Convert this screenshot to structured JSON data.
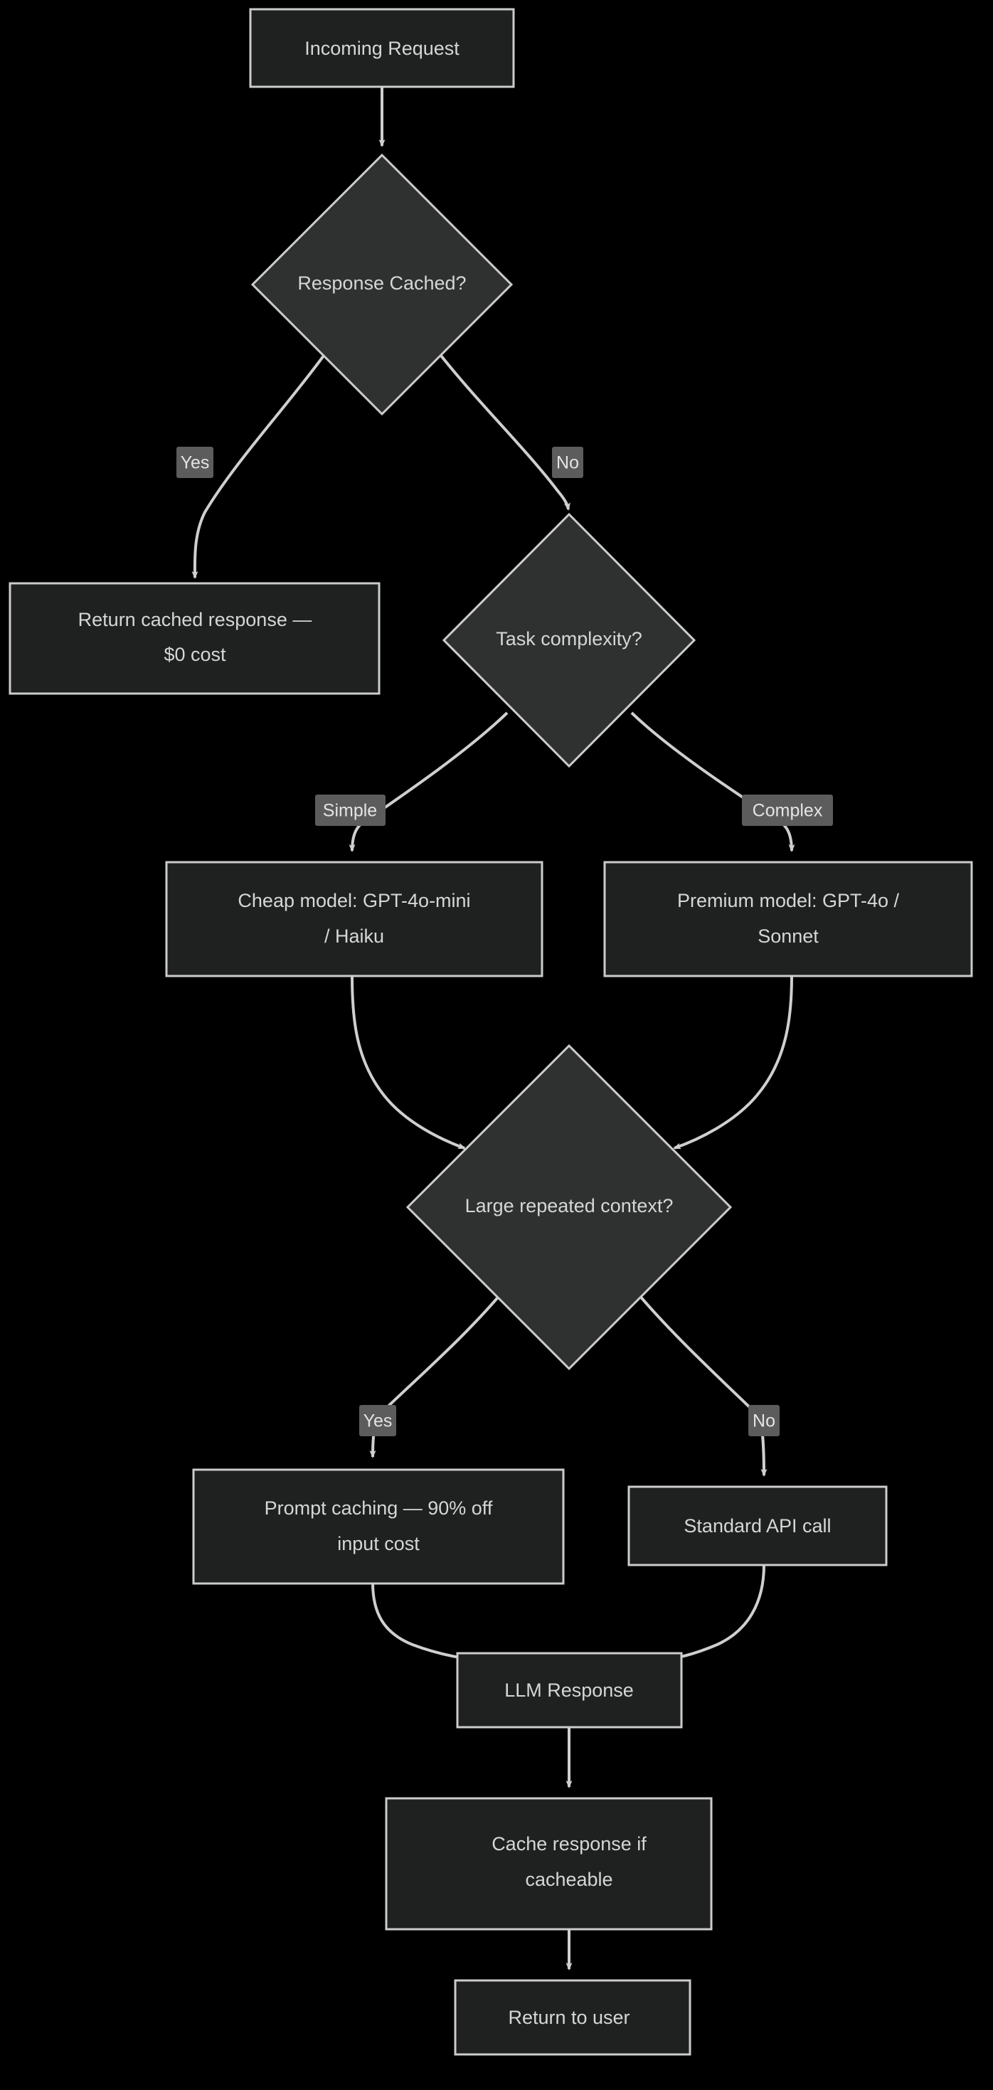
{
  "diagram": {
    "type": "flowchart",
    "direction": "top-down",
    "theme": "dark",
    "background_color": "#000000",
    "node_fill": "#1f2020",
    "decision_fill": "#2f3030",
    "node_stroke": "#cccccc",
    "text_color": "#d6d6d6",
    "edge_color": "#cfcfcf",
    "edge_label_bg": "#5c5c5c",
    "edge_label_text_color": "#e4e4e4"
  },
  "nodes": [
    {
      "id": "incoming-request",
      "shape": "rect",
      "label": "Incoming Request",
      "lines": [
        "Incoming Request"
      ]
    },
    {
      "id": "response-cached",
      "shape": "diamond",
      "label": "Response Cached?",
      "lines": [
        "Response Cached?"
      ]
    },
    {
      "id": "return-cached-response",
      "shape": "rect",
      "label": "Return cached response — $0 cost",
      "lines": [
        "Return cached response —",
        "$0 cost"
      ]
    },
    {
      "id": "task-complexity",
      "shape": "diamond",
      "label": "Task complexity?",
      "lines": [
        "Task complexity?"
      ]
    },
    {
      "id": "cheap-model",
      "shape": "rect",
      "label": "Cheap model: GPT-4o-mini / Haiku",
      "lines": [
        "Cheap model: GPT-4o-mini",
        "/ Haiku"
      ]
    },
    {
      "id": "premium-model",
      "shape": "rect",
      "label": "Premium model: GPT-4o / Sonnet",
      "lines": [
        "Premium model: GPT-4o /",
        "Sonnet"
      ]
    },
    {
      "id": "large-repeated-context",
      "shape": "diamond",
      "label": "Large repeated context?",
      "lines": [
        "Large repeated context?"
      ]
    },
    {
      "id": "prompt-caching",
      "shape": "rect",
      "label": "Prompt caching — 90% off input cost",
      "lines": [
        "Prompt caching — 90% off",
        "input cost"
      ]
    },
    {
      "id": "standard-api-call",
      "shape": "rect",
      "label": "Standard API call",
      "lines": [
        "Standard API call"
      ]
    },
    {
      "id": "llm-response",
      "shape": "rect",
      "label": "LLM Response",
      "lines": [
        "LLM Response"
      ]
    },
    {
      "id": "cache-response",
      "shape": "rect",
      "label": "Cache response if cacheable",
      "lines": [
        "Cache response if",
        "cacheable"
      ]
    },
    {
      "id": "return-to-user",
      "shape": "rect",
      "label": "Return to user",
      "lines": [
        "Return to user"
      ]
    }
  ],
  "edges": [
    {
      "id": "e1",
      "from": "incoming-request",
      "to": "response-cached",
      "label": ""
    },
    {
      "id": "e2",
      "from": "response-cached",
      "to": "return-cached-response",
      "label": "Yes"
    },
    {
      "id": "e3",
      "from": "response-cached",
      "to": "task-complexity",
      "label": "No"
    },
    {
      "id": "e4",
      "from": "task-complexity",
      "to": "cheap-model",
      "label": "Simple"
    },
    {
      "id": "e5",
      "from": "task-complexity",
      "to": "premium-model",
      "label": "Complex"
    },
    {
      "id": "e6",
      "from": "cheap-model",
      "to": "large-repeated-context",
      "label": ""
    },
    {
      "id": "e7",
      "from": "premium-model",
      "to": "large-repeated-context",
      "label": ""
    },
    {
      "id": "e8",
      "from": "large-repeated-context",
      "to": "prompt-caching",
      "label": "Yes"
    },
    {
      "id": "e9",
      "from": "large-repeated-context",
      "to": "standard-api-call",
      "label": "No"
    },
    {
      "id": "e10",
      "from": "prompt-caching",
      "to": "llm-response",
      "label": ""
    },
    {
      "id": "e11",
      "from": "standard-api-call",
      "to": "llm-response",
      "label": ""
    },
    {
      "id": "e12",
      "from": "llm-response",
      "to": "cache-response",
      "label": ""
    },
    {
      "id": "e13",
      "from": "cache-response",
      "to": "return-to-user",
      "label": ""
    }
  ],
  "edge_labels": {
    "cached_yes": "Yes",
    "cached_no": "No",
    "complexity_simple": "Simple",
    "complexity_complex": "Complex",
    "context_yes": "Yes",
    "context_no": "No"
  }
}
